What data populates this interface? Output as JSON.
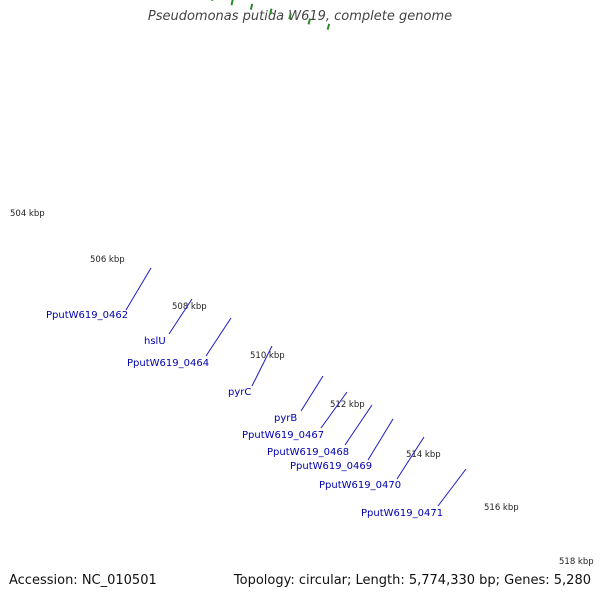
{
  "header": {
    "title": "Pseudomonas putida W619, complete genome"
  },
  "footer": {
    "accession": "Accession: NC_010501",
    "summary": "Topology: circular; Length: 5,774,330 bp; Genes: 5,280"
  },
  "ticks": [
    "504 kbp",
    "506 kbp",
    "508 kbp",
    "510 kbp",
    "512 kbp",
    "514 kbp",
    "516 kbp",
    "518 kbp"
  ],
  "gene_labels": [
    "PputW619_0462",
    "hslU",
    "PputW619_0464",
    "pyrC",
    "pyrB",
    "PputW619_0467",
    "PputW619_0468",
    "PputW619_0469",
    "PputW619_0470",
    "PputW619_0471"
  ],
  "colors": {
    "backbone": "#8c8c8c",
    "cds": "#0a0ae6",
    "purple": "#7b6fd8",
    "gray": "#5a5a5a",
    "khaki": "#bdb46e",
    "cyan": "#1ec8f0",
    "magenta": "#e6179b",
    "orange": "#f79a12",
    "olive": "#6b8c22",
    "pink": "#e89aa0",
    "green": "#2fc82f",
    "red": "#e60f0f",
    "dots": "#2a8a2a"
  }
}
